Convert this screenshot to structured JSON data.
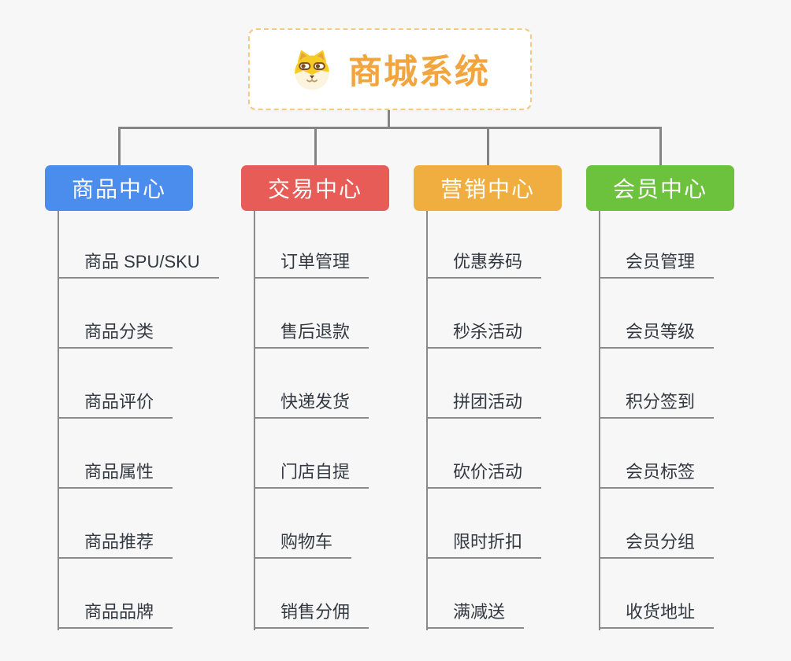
{
  "page": {
    "background_color": "#F7F7F7"
  },
  "root_node": {
    "title": "商城系统",
    "icon": "dog-face-icon",
    "title_color": "#F2A53E",
    "border_color": "#F5C97E",
    "background_color": "#FFFFFF"
  },
  "connector_color": "#848484",
  "branches": [
    {
      "label": "商品中心",
      "color": "#4B8DEC",
      "items": [
        "商品 SPU/SKU",
        "商品分类",
        "商品评价",
        "商品属性",
        "商品推荐",
        "商品品牌"
      ]
    },
    {
      "label": "交易中心",
      "color": "#E85C57",
      "items": [
        "订单管理",
        "售后退款",
        "快递发货",
        "门店自提",
        "购物车",
        "销售分佣"
      ]
    },
    {
      "label": "营销中心",
      "color": "#EFAE3F",
      "items": [
        "优惠券码",
        "秒杀活动",
        "拼团活动",
        "砍价活动",
        "限时折扣",
        "满减送"
      ]
    },
    {
      "label": "会员中心",
      "color": "#6DC23D",
      "items": [
        "会员管理",
        "会员等级",
        "积分签到",
        "会员标签",
        "会员分组",
        "收货地址"
      ]
    }
  ]
}
